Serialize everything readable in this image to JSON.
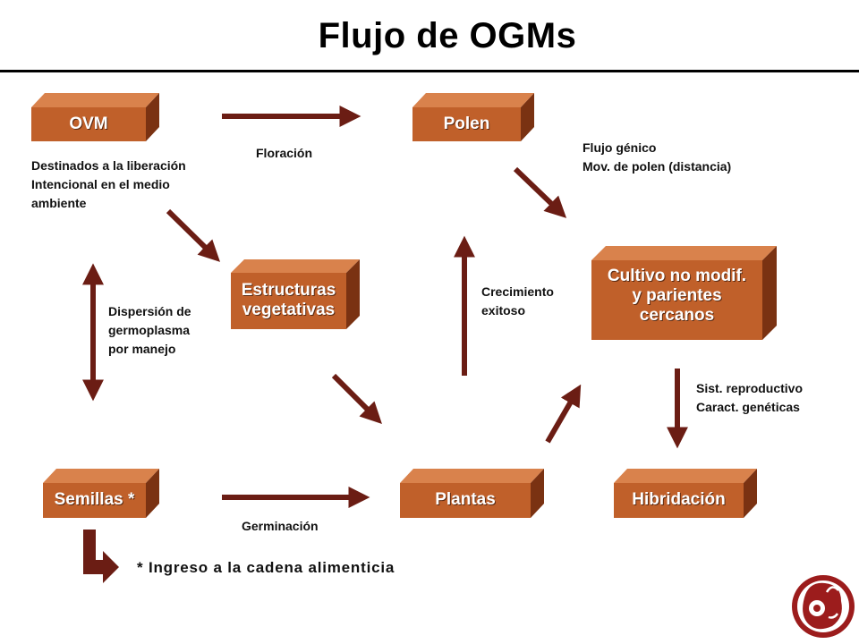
{
  "title": "Flujo de OGMs",
  "colors": {
    "box_front": "#c0602a",
    "box_top": "#d9824c",
    "box_side": "#7a3212",
    "arrow": "#6b1d14"
  },
  "nodes": {
    "ovm": "OVM",
    "polen": "Polen",
    "estructuras_1": "Estructuras",
    "estructuras_2": "vegetativas",
    "cultivo_1": "Cultivo no modif.",
    "cultivo_2": "y parientes",
    "cultivo_3": "cercanos",
    "semillas": "Semillas *",
    "plantas": "Plantas",
    "hibridacion": "Hibridación"
  },
  "notes": {
    "destinados_1": "Destinados a la liberación",
    "destinados_2": "Intencional en  el medio",
    "destinados_3": "ambiente",
    "floracion": "Floración",
    "flujo_1": "Flujo génico",
    "flujo_2": "Mov. de polen (distancia)",
    "dispersion_1": "Dispersión de",
    "dispersion_2": "germoplasma",
    "dispersion_3": "por manejo",
    "crecimiento_1": "Crecimiento",
    "crecimiento_2": "exitoso",
    "sist_1": "Sist. reproductivo",
    "sist_2": "Caract. genéticas",
    "germinacion": "Germinación"
  },
  "footnote": "* Ingreso a la cadena alimenticia"
}
